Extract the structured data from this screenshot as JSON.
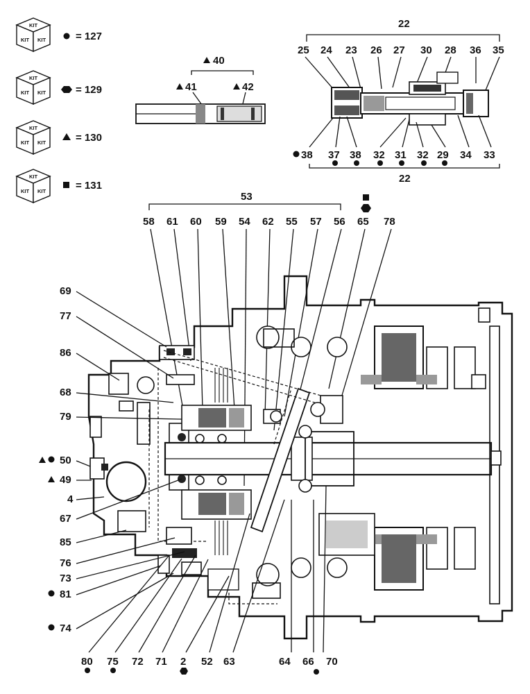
{
  "legend": [
    {
      "kit_label": "KIT",
      "symbol": "dot",
      "text": "= 127"
    },
    {
      "kit_label": "KIT",
      "symbol": "hexagon",
      "text": "= 129"
    },
    {
      "kit_label": "KIT",
      "symbol": "triangle",
      "text": "= 130"
    },
    {
      "kit_label": "KIT",
      "symbol": "square",
      "text": "= 131"
    }
  ],
  "groups": {
    "g40": "40",
    "g41": "41",
    "g42": "42",
    "g22_top": "22",
    "g22_bottom": "22",
    "g53": "53"
  },
  "labels": {
    "n25": "25",
    "n24": "24",
    "n23": "23",
    "n26": "26",
    "n27": "27",
    "n30": "30",
    "n28": "28",
    "n36": "36",
    "n35": "35",
    "n38a": "38",
    "n37": "37",
    "n38b": "38",
    "n32a": "32",
    "n31": "31",
    "n32b": "32",
    "n29": "29",
    "n34": "34",
    "n33": "33",
    "n58": "58",
    "n61": "61",
    "n60": "60",
    "n59": "59",
    "n54": "54",
    "n62": "62",
    "n55": "55",
    "n57": "57",
    "n56": "56",
    "n65": "65",
    "n78": "78",
    "n69": "69",
    "n77": "77",
    "n86": "86",
    "n68": "68",
    "n79": "79",
    "n50": "50",
    "n49": "49",
    "n4": "4",
    "n67": "67",
    "n85": "85",
    "n76": "76",
    "n73": "73",
    "n81": "81",
    "n74": "74",
    "n80": "80",
    "n75": "75",
    "n72": "72",
    "n71": "71",
    "n2": "2",
    "n52": "52",
    "n63": "63",
    "n64": "64",
    "n66": "66",
    "n70": "70"
  },
  "icons": [
    "kit-cube-icon",
    "dot-marker-icon",
    "hexagon-marker-icon",
    "triangle-marker-icon",
    "square-marker-icon"
  ]
}
